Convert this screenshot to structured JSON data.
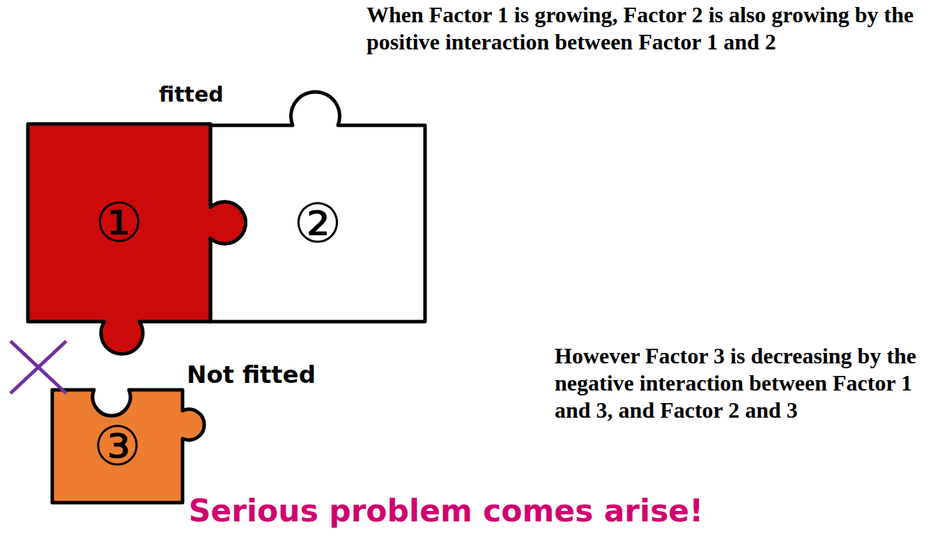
{
  "diagram": {
    "nodes": [
      {
        "text": [
          "①"
        ]
      },
      {
        "text": [
          "②"
        ]
      },
      {
        "text": [
          "③"
        ]
      }
    ],
    "labels": [
      "fitted",
      "When Factor 1 is growing, Factor 2 is also growing by the positive interaction between Factor 1 and 2",
      "Not fitted",
      "However Factor 3 is decreasing by the negative interaction between Factor 1 and 3, and Factor 2 and 3",
      "Serious problem comes arise!"
    ]
  }
}
